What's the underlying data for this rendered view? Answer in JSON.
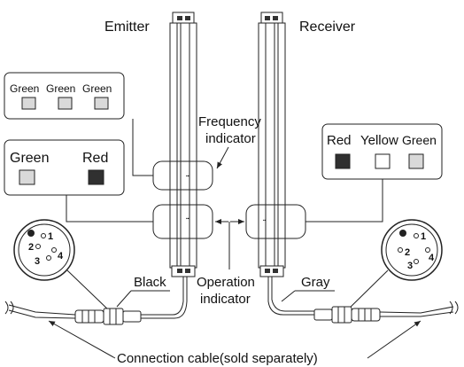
{
  "labels": {
    "emitter": "Emitter",
    "receiver": "Receiver",
    "frequency_indicator_line1": "Frequency",
    "frequency_indicator_line2": "indicator",
    "operation_indicator_line1": "Operation",
    "operation_indicator_line2": "indicator",
    "black": "Black",
    "gray": "Gray",
    "connection_cable": "Connection cable(sold separately)"
  },
  "emitter_panels": {
    "frequency_panel": {
      "leds": [
        "Green",
        "Green",
        "Green"
      ]
    },
    "operation_panel": {
      "leds": [
        "Green",
        "Red"
      ]
    }
  },
  "receiver_panel": {
    "leds": [
      "Red",
      "Yellow",
      "Green"
    ]
  },
  "connector_pins": {
    "left": [
      "1",
      "2",
      "3",
      "4"
    ],
    "right": [
      "1",
      "2",
      "3",
      "4"
    ]
  },
  "colors": {
    "line": "#222222",
    "led_light": "#d9d9d9",
    "led_dark": "#303030",
    "led_white": "#ffffff"
  }
}
